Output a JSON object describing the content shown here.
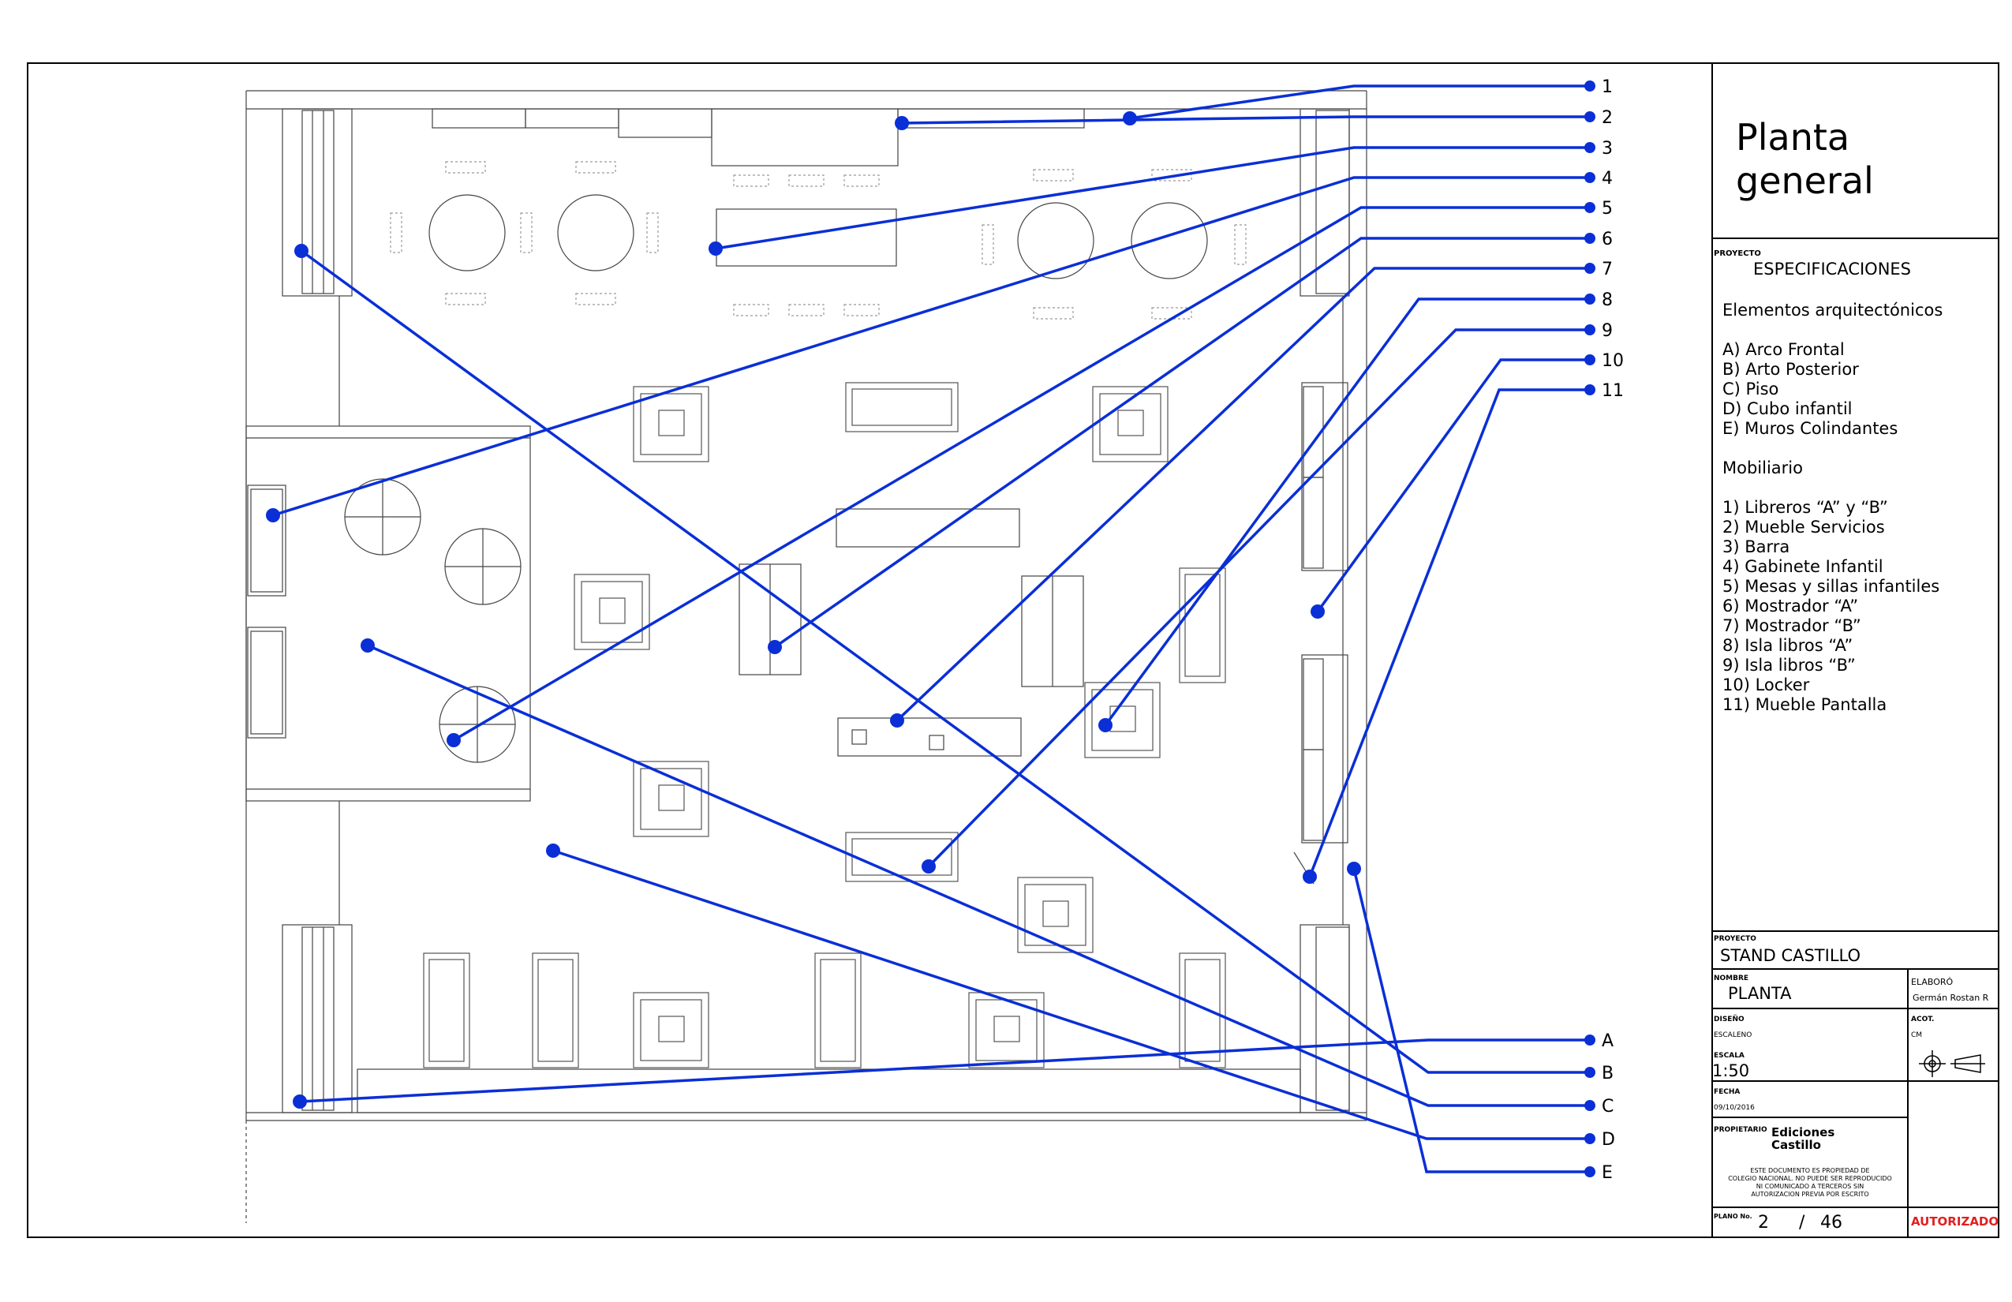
{
  "title_block": {
    "sheet_title_line1": "Planta",
    "sheet_title_line2": "general",
    "proyecto_label": "PROYECTO",
    "especificaciones": "ESPECIFICACIONES",
    "elementos_heading": "Elementos arquitectónicos",
    "elementos": [
      "A) Arco Frontal",
      "B) Arto Posterior",
      "C) Piso",
      "D) Cubo infantil",
      "E) Muros Colindantes"
    ],
    "mobiliario_heading": "Mobiliario",
    "mobiliario": [
      "1) Libreros “A” y  “B”",
      "2) Mueble Servicios",
      "3) Barra",
      "4) Gabinete Infantil",
      "5) Mesas y sillas infantiles",
      "6) Mostrador “A”",
      "7) Mostrador “B”",
      "8) Isla libros “A”",
      "9) Isla libros “B”",
      "10) Locker",
      "11) Mueble Pantalla"
    ],
    "proyecto_label2": "PROYECTO",
    "proyecto_name": "STAND CASTILLO",
    "nombre_label": "NOMBRE",
    "nombre_value": "PLANTA",
    "elaboro_label": "ELABORÓ",
    "elaboro_value": "Germán Rostan R",
    "diseno_label": "DISEÑO",
    "diseno_value": "ESCALENO",
    "acot_label": "ACOT.",
    "acot_value": "CM",
    "escala_label": "ESCALA",
    "escala_value": "1:50",
    "fecha_label": "FECHA",
    "fecha_value": "09/10/2016",
    "propietario_label": "PROPIETARIO",
    "propietario_line1": "Ediciones",
    "propietario_line2": "Castillo",
    "disclaimer_line1": "ESTE DOCUMENTO ES PROPIEDAD DE",
    "disclaimer_line2": "COLEGIO NACIONAL. NO PUEDE SER REPRODUCIDO",
    "disclaimer_line3": "NI COMUNICADO A TERCEROS SIN",
    "disclaimer_line4": "AUTORIZACION PREVIA POR ESCRITO",
    "plano_label": "PLANO No.",
    "plano_num": "2",
    "plano_sep": "/",
    "plano_total": "46",
    "autorizado": "AUTORIZADO"
  },
  "callout_labels": [
    "1",
    "2",
    "3",
    "4",
    "5",
    "6",
    "7",
    "8",
    "9",
    "10",
    "11",
    "A",
    "B",
    "C",
    "D",
    "E"
  ],
  "colors": {
    "callout": "#0a2fd6",
    "line": "#000000",
    "furniture": "#555555",
    "autorizado": "#e02020"
  }
}
